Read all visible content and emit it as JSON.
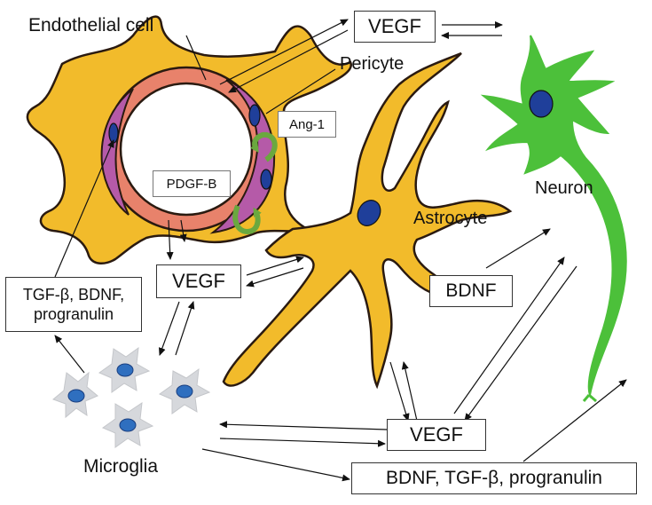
{
  "cells": {
    "endothelial": "Endothelial cell",
    "pericyte": "Pericyte",
    "neuron": "Neuron",
    "astrocyte": "Astrocyte",
    "microglia": "Microglia"
  },
  "factors": {
    "vegf_top": "VEGF",
    "ang1": "Ang-1",
    "pdgfb": "PDGF-B",
    "vegf_mid": "VEGF",
    "tgf_line1": "TGF-β, BDNF,",
    "tgf_line2": "progranulin",
    "bdnf": "BDNF",
    "vegf_bottom": "VEGF",
    "bdnf_tgf": "BDNF, TGF-β, progranulin"
  },
  "colors": {
    "astrocyte": "#f2bb2b",
    "endothelial": "#e8826b",
    "pericyte": "#b55aa8",
    "neuron": "#4cc03a",
    "nucleus": "#1f3f9a",
    "microglia": "#d6d8dc",
    "growth_factor_arrow": "#6aa83f"
  }
}
